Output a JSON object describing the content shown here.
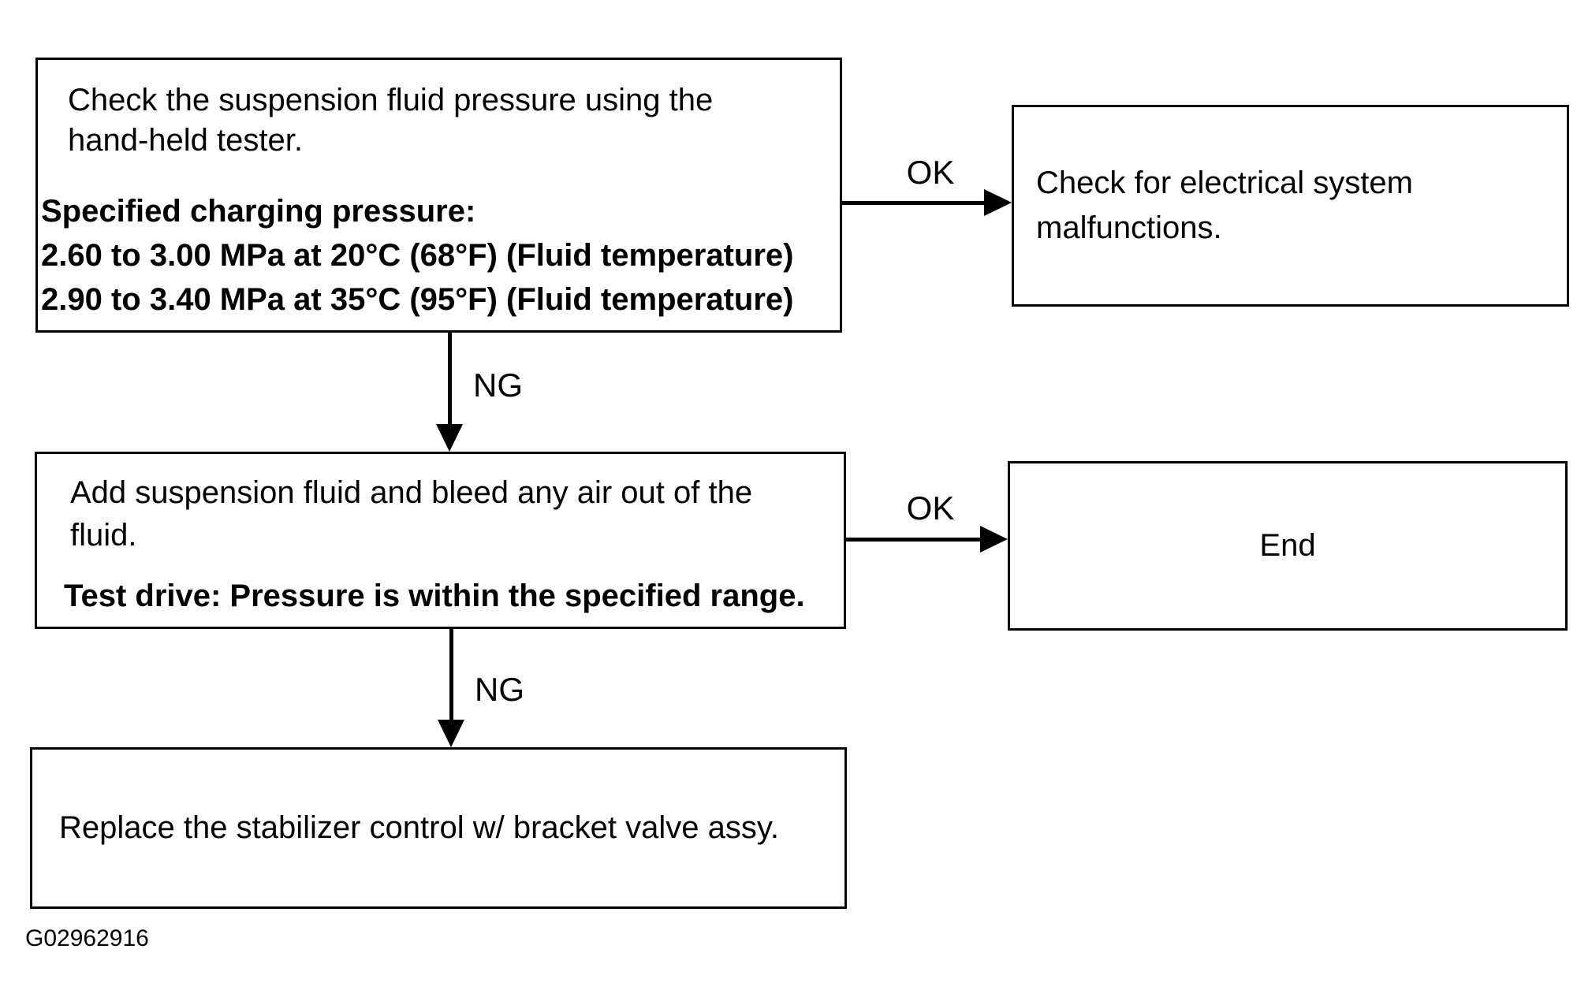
{
  "page": {
    "background_color": "#ffffff",
    "line_color": "#000000",
    "figure_id": "G02962916"
  },
  "flowchart": {
    "step1": {
      "regular_lines": [
        "Check the suspension fluid pressure using the",
        "hand-held  tester."
      ],
      "bold_lines": [
        "Specified charging pressure:",
        "2.60 to 3.00 MPa at 20°C (68°F) (Fluid temperature)",
        "2.90 to 3.40 MPa at 35°C (95°F) (Fluid temperature)"
      ]
    },
    "result1": {
      "lines": [
        "Check for electrical system",
        "malfunctions."
      ]
    },
    "step2": {
      "regular_lines": [
        "Add suspension fluid and bleed any air out of the",
        "fluid."
      ],
      "bold_line": "Test drive: Pressure is within the specified range."
    },
    "result2": {
      "label": "End"
    },
    "step3": {
      "label": "Replace the stabilizer control w/ bracket valve assy."
    },
    "edges": {
      "ok1": "OK",
      "ng1": "NG",
      "ok2": "OK",
      "ng2": "NG"
    }
  }
}
